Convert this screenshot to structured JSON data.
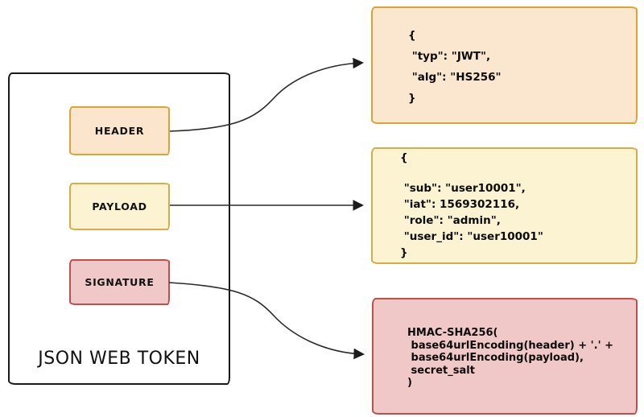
{
  "diagram": {
    "title": "JSON WEB TOKEN",
    "parts": [
      {
        "label": "HEADER"
      },
      {
        "label": "PAYLOAD"
      },
      {
        "label": "SIGNATURE"
      }
    ],
    "header_code": {
      "lines": [
        "{",
        " \"typ\": \"JWT\",",
        " \"alg\": \"HS256\"",
        "}"
      ]
    },
    "payload_code": {
      "lines": [
        "{",
        " \"sub\": \"user10001\",",
        " \"iat\": 1569302116,",
        " \"role\": \"admin\",",
        " \"user_id\": \"user10001\"",
        "}"
      ]
    },
    "signature_code": {
      "lines": [
        "HMAC-SHA256(",
        " base64urlEncoding(header) + '.' +",
        " base64urlEncoding(payload),",
        " secret_salt",
        ")"
      ]
    }
  },
  "colors": {
    "background": "#ffffff",
    "outline": "#1a1a1a",
    "arrow": "#2a2a2a",
    "text": "#0b0b0b",
    "header_fill": "#fbe6cd",
    "header_border": "#dda435",
    "payload_fill": "#fcf3d2",
    "payload_border": "#d1ae46",
    "signature_fill": "#f1c8c8",
    "signature_border": "#bd504d"
  }
}
